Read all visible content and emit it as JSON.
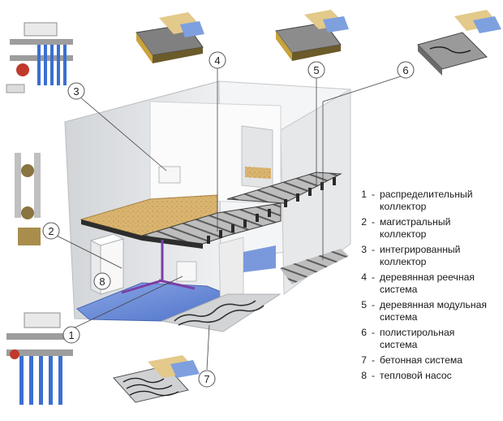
{
  "callouts": [
    {
      "n": "1"
    },
    {
      "n": "2"
    },
    {
      "n": "3"
    },
    {
      "n": "4"
    },
    {
      "n": "5"
    },
    {
      "n": "6"
    },
    {
      "n": "7"
    },
    {
      "n": "8"
    }
  ],
  "legend": [
    {
      "n": "1",
      "l1": "распределительный",
      "l2": "коллектор"
    },
    {
      "n": "2",
      "l1": "магистральный",
      "l2": "коллектор"
    },
    {
      "n": "3",
      "l1": "интегрированный",
      "l2": "коллектор"
    },
    {
      "n": "4",
      "l1": "деревянная реечная",
      "l2": "система"
    },
    {
      "n": "5",
      "l1": "деревянная  модульная",
      "l2": "система"
    },
    {
      "n": "6",
      "l1": "полистирольная",
      "l2": "система"
    },
    {
      "n": "7",
      "l1": "бетонная  система",
      "l2": ""
    },
    {
      "n": "8",
      "l1": "тепловой насос",
      "l2": ""
    }
  ],
  "legend_dash": "-",
  "icons": {
    "manifold_top": "distribution-manifold-icon",
    "manifold_mid": "trunk-manifold-icon",
    "manifold_bottom": "distribution-manifold-icon",
    "layer": "floor-layer-sample-icon",
    "pump": "heat-pump-icon"
  },
  "colors": {
    "wall": "#f2f2f2",
    "wall_shade": "#d9dbdd",
    "wood_floor": "#d9b46f",
    "blue_floor": "#6f8fd6",
    "joists": "#3a3a3a",
    "pipe": "#8a8a8a",
    "manifold_blue": "#3b6fd1"
  }
}
